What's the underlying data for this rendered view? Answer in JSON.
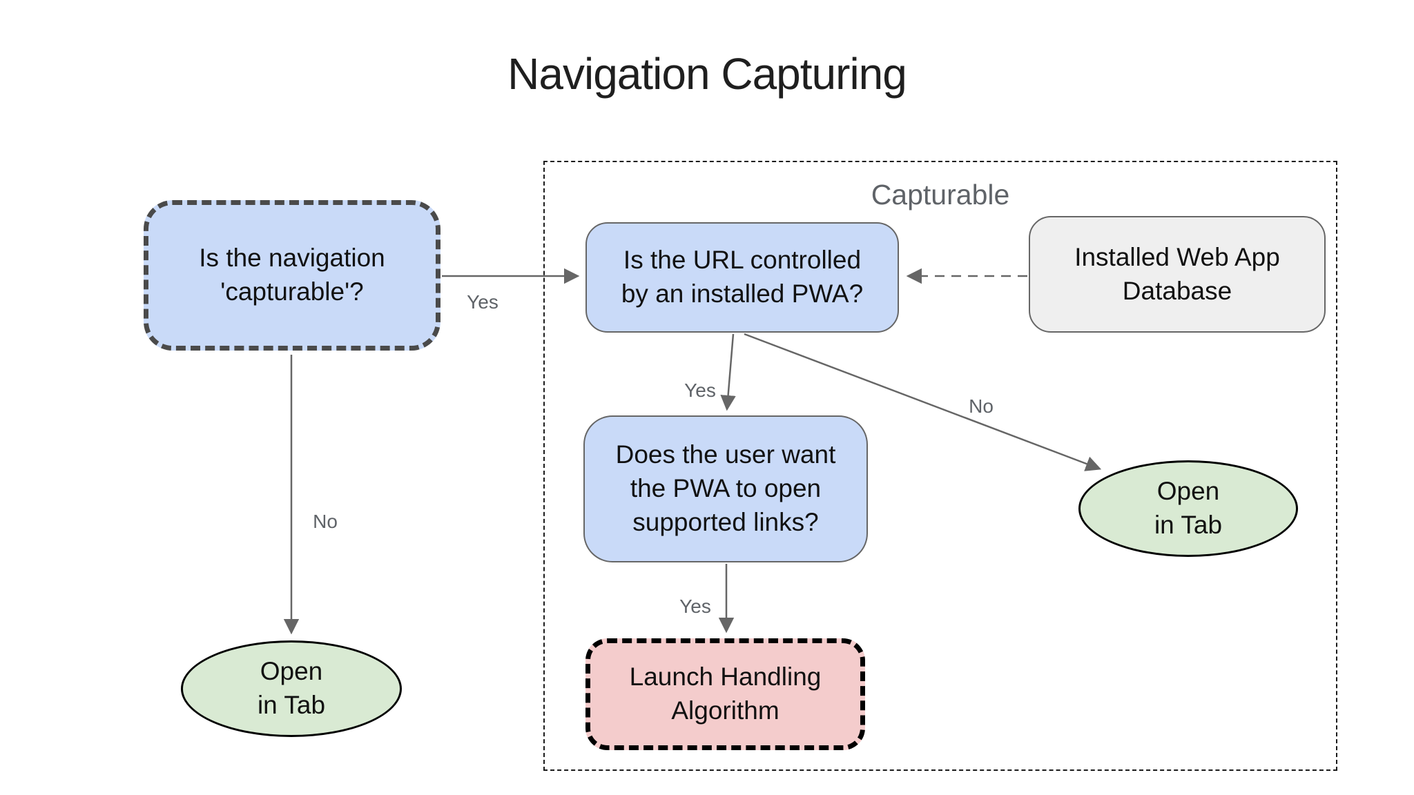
{
  "title": "Navigation Capturing",
  "container": {
    "label": "Capturable"
  },
  "nodes": {
    "capturable_question": {
      "label": "Is the navigation\n'capturable'?",
      "shape": "dashed-rounded-rect",
      "fill": "#c9daf8"
    },
    "url_question": {
      "label": "Is the URL controlled\nby an installed PWA?",
      "shape": "rounded-rect",
      "fill": "#c9daf8"
    },
    "database": {
      "label": "Installed Web App\nDatabase",
      "shape": "rounded-rect",
      "fill": "#efefef"
    },
    "user_want_question": {
      "label": "Does the user want\nthe PWA to open\nsupported links?",
      "shape": "rounded-rect",
      "fill": "#c9daf8"
    },
    "launch_handling": {
      "label": "Launch Handling\nAlgorithm",
      "shape": "dashed-rounded-rect",
      "fill": "#f4cccc"
    },
    "open_in_tab_left": {
      "label": "Open\nin Tab",
      "shape": "ellipse",
      "fill": "#d9ead3"
    },
    "open_in_tab_right": {
      "label": "Open\nin Tab",
      "shape": "ellipse",
      "fill": "#d9ead3"
    }
  },
  "edges": [
    {
      "from": "capturable_question",
      "to": "url_question",
      "label": "Yes",
      "style": "solid"
    },
    {
      "from": "capturable_question",
      "to": "open_in_tab_left",
      "label": "No",
      "style": "solid"
    },
    {
      "from": "url_question",
      "to": "user_want_question",
      "label": "Yes",
      "style": "solid"
    },
    {
      "from": "url_question",
      "to": "open_in_tab_right",
      "label": "No",
      "style": "solid"
    },
    {
      "from": "user_want_question",
      "to": "launch_handling",
      "label": "Yes",
      "style": "solid"
    },
    {
      "from": "database",
      "to": "url_question",
      "label": "",
      "style": "dashed"
    }
  ],
  "colors": {
    "question_fill": "#c9daf8",
    "terminal_fill": "#d9ead3",
    "process_fill": "#f4cccc",
    "database_fill": "#efefef",
    "edge_stroke": "#666666",
    "gray_label_text": "#5f6368",
    "node_text": "#111111",
    "title_text": "#1f1f1f"
  }
}
